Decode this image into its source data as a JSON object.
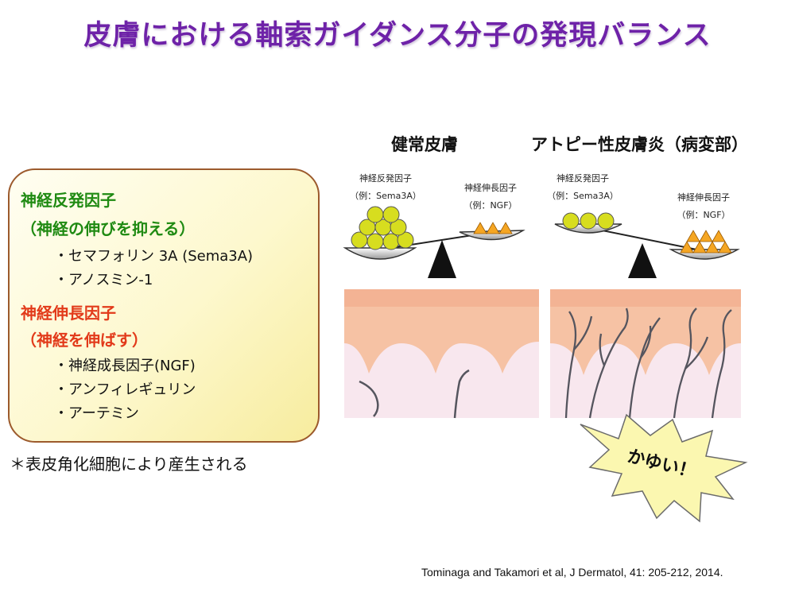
{
  "title": "皮膚における軸索ガイダンス分子の発現バランス",
  "infobox": {
    "repulsion_heading": "神経反発因子",
    "repulsion_sub": "（神経の伸びを抑える）",
    "repulsion_items": [
      "・セマフォリン 3A (Sema3A)",
      "・アノスミン-1"
    ],
    "elongation_heading": "神経伸長因子",
    "elongation_sub": "（神経を伸ばす）",
    "elongation_items": [
      "・神経成長因子(NGF)",
      "・アンフィレギュリン",
      "・アーテミン"
    ]
  },
  "footnote": "＊表皮角化細胞により産生される",
  "citation": "Tominaga and Takamori et al, J Dermatol, 41: 205-212, 2014.",
  "panels": {
    "healthy": {
      "title": "健常皮膚",
      "left_label_1": "神経反発因子",
      "left_label_2": "（例：Sema3A）",
      "right_label_1": "神経伸長因子",
      "right_label_2": "（例：NGF）"
    },
    "atopic": {
      "title": "アトピー性皮膚炎（病変部）",
      "left_label_1": "神経反発因子",
      "left_label_2": "（例：Sema3A）",
      "right_label_1": "神経伸長因子",
      "right_label_2": "（例：NGF）"
    }
  },
  "itch_text": "かゆい！",
  "colors": {
    "title": "#6e22a8",
    "repulsion_heading": "#1f8a12",
    "elongation_heading": "#e23a1a",
    "sema3a_ball": "#d7dd1f",
    "ngf_triangle": "#f5a623",
    "epidermis": "#f6c2a4",
    "dermis": "#f8e7ee",
    "nerve": "#55555e",
    "burst": "#fbf7b0"
  }
}
